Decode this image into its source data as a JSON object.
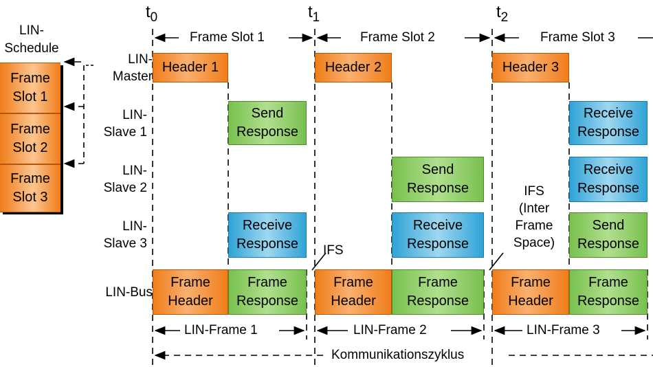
{
  "schedule": {
    "title": "LIN-\nSchedule",
    "slots": [
      "Frame\nSlot 1",
      "Frame\nSlot 2",
      "Frame\nSlot 3"
    ]
  },
  "times": [
    {
      "t": "t",
      "sub": "0"
    },
    {
      "t": "t",
      "sub": "1"
    },
    {
      "t": "t",
      "sub": "2"
    }
  ],
  "frame_slots": [
    "Frame Slot 1",
    "Frame Slot 2",
    "Frame Slot 3"
  ],
  "rows": {
    "master": "LIN-\nMaster",
    "slave1": "LIN-\nSlave 1",
    "slave2": "LIN-\nSlave 2",
    "slave3": "LIN-\nSlave 3",
    "bus": "LIN-Bus"
  },
  "headers": [
    "Header 1",
    "Header 2",
    "Header 3"
  ],
  "responses": {
    "slave1_f1": "Send\nResponse",
    "slave3_f1": "Receive\nResponse",
    "slave2_f2": "Send\nResponse",
    "slave3_f2": "Receive\nResponse",
    "slave1_f3": "Receive\nResponse",
    "slave2_f3": "Receive\nResponse",
    "slave3_f3": "Send\nResponse"
  },
  "bus": {
    "header": "Frame\nHeader",
    "response": "Frame\nResponse"
  },
  "ifs_short": "IFS",
  "ifs_long": "IFS\n(Inter\nFrame\nSpace)",
  "lin_frames": [
    "LIN-Frame 1",
    "LIN-Frame 2",
    "LIN-Frame 3"
  ],
  "cycle": "Kommunikationszyklus",
  "colors": {
    "header": "#f07d1a",
    "send": "#79c04f",
    "receive": "#2fa3d6"
  }
}
